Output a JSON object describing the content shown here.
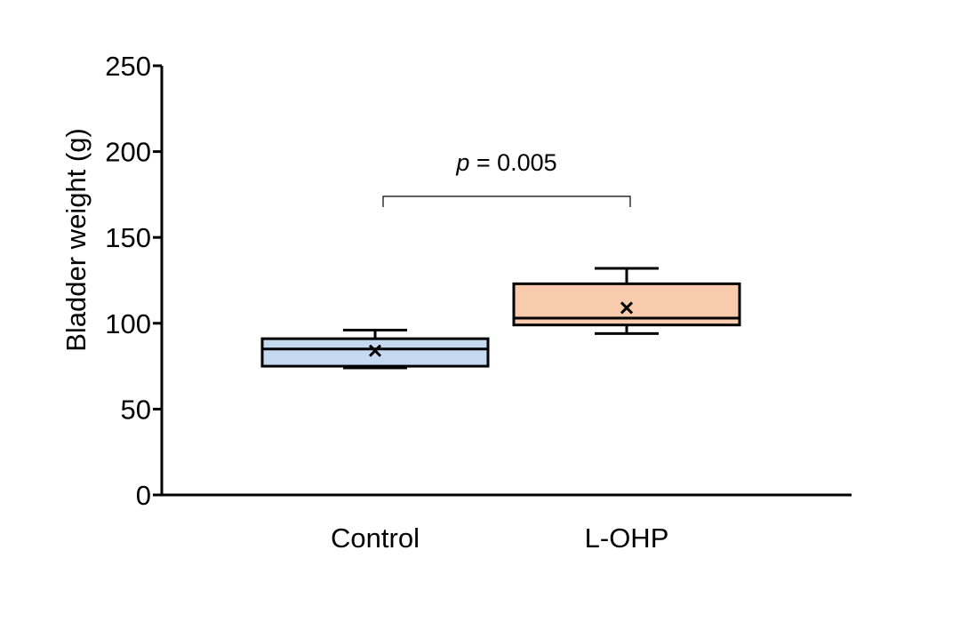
{
  "chart_data": {
    "type": "box",
    "title": "",
    "xlabel": "",
    "ylabel": "Bladder weight (g)",
    "ylim": [
      0,
      250
    ],
    "yticks": [
      0,
      50,
      100,
      150,
      200,
      250
    ],
    "grid": false,
    "categories": [
      "Control",
      "L-OHP"
    ],
    "boxes": [
      {
        "category": "Control",
        "min": 74,
        "q1": 75,
        "median": 85,
        "q3": 91,
        "max": 96,
        "mean": 84,
        "color": "#c5d9f1"
      },
      {
        "category": "L-OHP",
        "min": 94,
        "q1": 99,
        "median": 103,
        "q3": 123,
        "max": 132,
        "mean": 109,
        "color": "#f8cbad"
      }
    ],
    "annotation": {
      "groups": [
        "Control",
        "L-OHP"
      ],
      "p_symbol": "p",
      "p_text": " = 0.005"
    }
  }
}
